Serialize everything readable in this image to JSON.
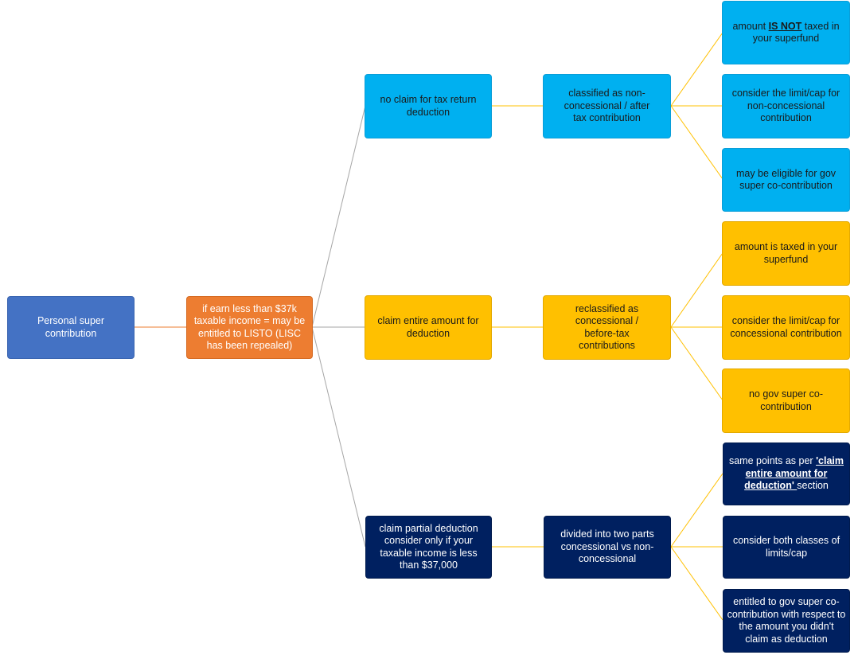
{
  "colors": {
    "root": "#4472c4",
    "income": "#ed7d31",
    "no_claim": "#00b0f0",
    "claim_entire": "#ffc000",
    "claim_partial": "#002060",
    "connector_gray": "#a6a6a6",
    "connector_orange": "#ed7d31",
    "connector_gold": "#ffc000"
  },
  "root": {
    "label": "Personal super contribution"
  },
  "income_condition": {
    "label": "if earn less than $37k taxable income = may be entitled to LISTO (LISC has been repealed)"
  },
  "branches": [
    {
      "option": "no claim for tax return deduction",
      "classification": "classified as non-concessional / after tax contribution",
      "points": [
        {
          "before": "amount ",
          "em": "IS NOT",
          "after": " taxed in your superfund"
        },
        {
          "text": "consider the limit/cap for non-concessional contribution"
        },
        {
          "text": "may be eligible for gov super co-contribution"
        }
      ]
    },
    {
      "option": "claim entire amount for deduction",
      "classification": "reclassified as concessional / before-tax contributions",
      "points": [
        {
          "text": "amount is taxed in your superfund"
        },
        {
          "text": "consider the limit/cap for concessional contribution"
        },
        {
          "text": "no gov super co-contribution"
        }
      ]
    },
    {
      "option": "claim partial deduction consider only if your taxable income is less than $37,000",
      "classification": "divided into two parts concessional vs non-concessional",
      "points": [
        {
          "before": "same points as per ",
          "em": "'claim entire amount for deduction' ",
          "after": "section"
        },
        {
          "text": "consider both classes of limits/cap"
        },
        {
          "text": "entitled to gov super co-contribution with respect to the amount you didn't claim as deduction"
        }
      ]
    }
  ]
}
